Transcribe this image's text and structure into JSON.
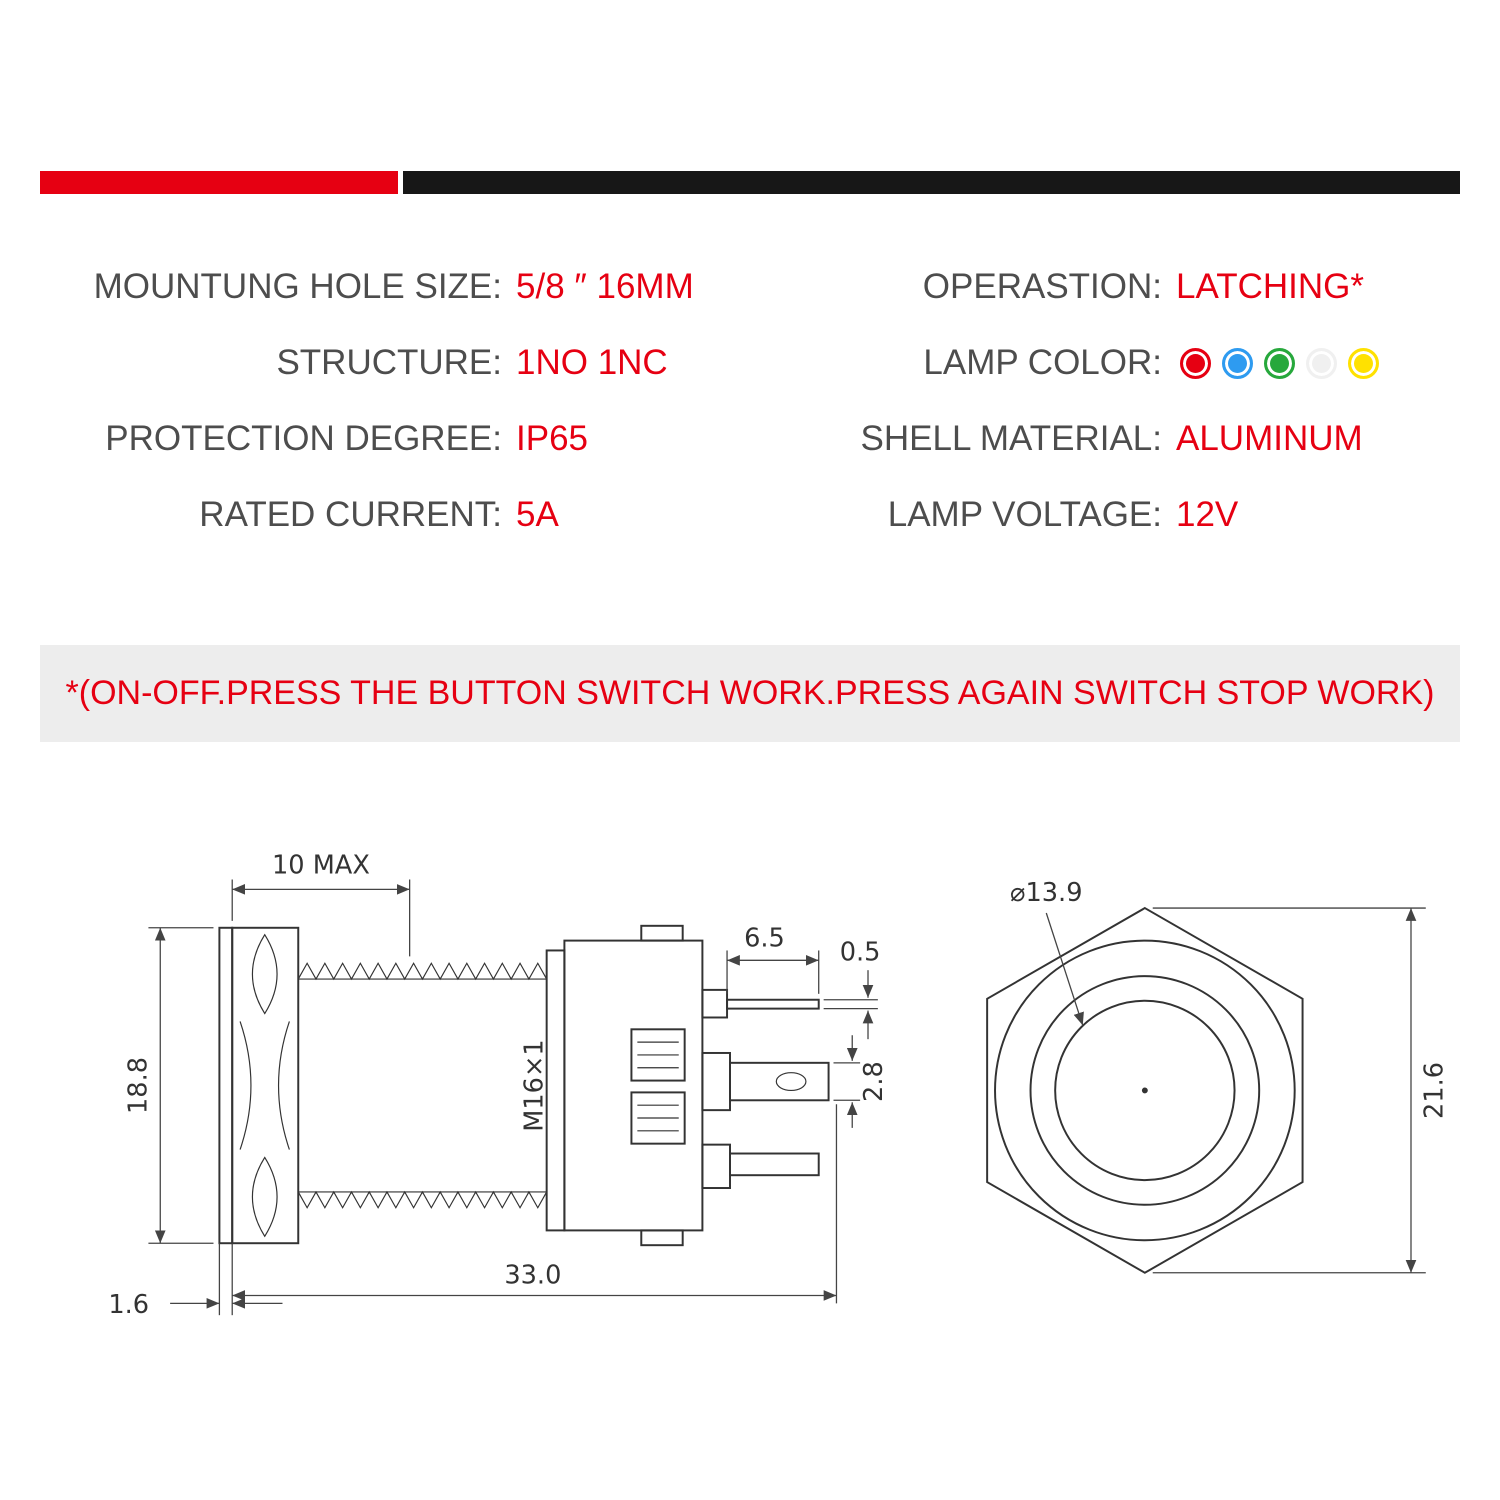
{
  "colors": {
    "accent_red": "#e60012",
    "bar_black": "#171717",
    "label_gray": "#4d4d4d",
    "note_background": "#ededed",
    "drawing_line": "#333333"
  },
  "specs": {
    "left": [
      {
        "label": "MOUNTUNG HOLE SIZE:",
        "value": "5/8 ″ 16MM"
      },
      {
        "label": "STRUCTURE:",
        "value": "1NO 1NC"
      },
      {
        "label": "PROTECTION DEGREE:",
        "value": "IP65"
      },
      {
        "label": "RATED CURRENT:",
        "value": "5A"
      }
    ],
    "right": [
      {
        "label": "OPERASTION:",
        "value": "LATCHING*"
      },
      {
        "label": "LAMP COLOR:"
      },
      {
        "label": "SHELL MATERIAL:",
        "value": "ALUMINUM"
      },
      {
        "label": "LAMP VOLTAGE:",
        "value": "12V"
      }
    ]
  },
  "lamp_colors": [
    {
      "name": "red",
      "hex": "#e60012"
    },
    {
      "name": "blue",
      "hex": "#2e9bf0"
    },
    {
      "name": "green",
      "hex": "#27a83c"
    },
    {
      "name": "white",
      "hex": "#f0f0f0"
    },
    {
      "name": "yellow",
      "hex": "#ffe100"
    }
  ],
  "note": "*(ON-OFF.PRESS THE BUTTON SWITCH WORK.PRESS AGAIN SWITCH STOP WORK)",
  "side_view": {
    "thread_length": "10 MAX",
    "head_diameter": "18.8",
    "cap_thickness": "1.6",
    "overall_length": "33.0",
    "thread_spec": "M16×1",
    "pin_length": "6.5",
    "pin_thickness": "0.5",
    "blade_width": "2.8"
  },
  "front_view": {
    "plunger_diameter": "⌀13.9",
    "across_corners": "21.6"
  }
}
